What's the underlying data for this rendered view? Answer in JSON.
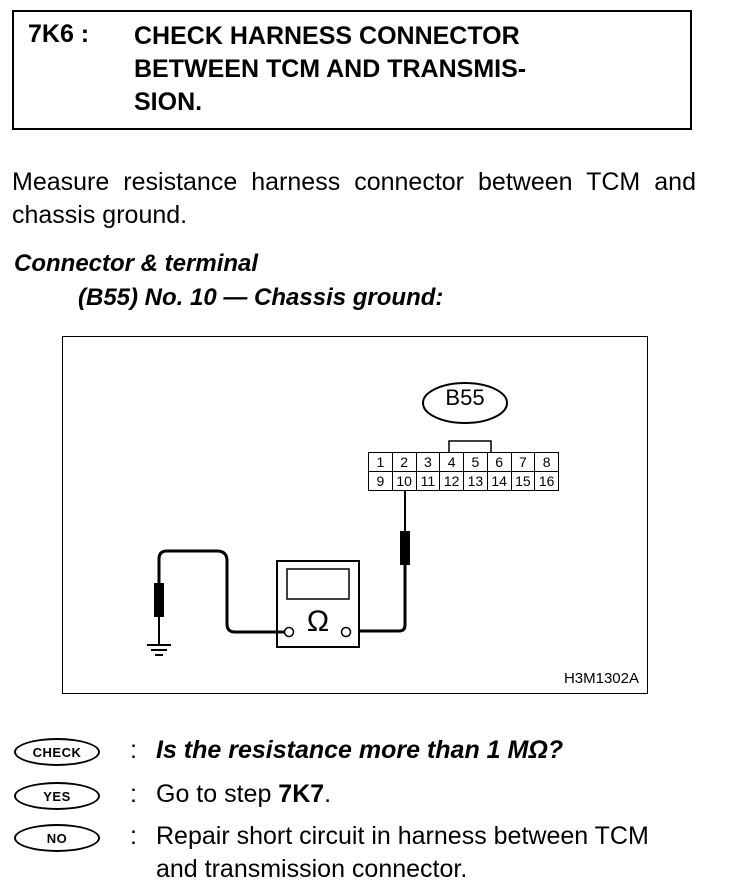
{
  "step": {
    "code": "7K6 :",
    "title": "CHECK HARNESS CONNECTOR\nBETWEEN TCM AND TRANSMIS-\nSION."
  },
  "instruction": "Measure resistance harness connector between TCM and chassis ground.",
  "spec": {
    "label": "Connector & terminal",
    "value": "(B55) No. 10 — Chassis ground:"
  },
  "diagram": {
    "connector_label": "B55",
    "pins_row1": [
      "1",
      "2",
      "3",
      "4",
      "5",
      "6",
      "7",
      "8"
    ],
    "pins_row2": [
      "9",
      "10",
      "11",
      "12",
      "13",
      "14",
      "15",
      "16"
    ],
    "meter_symbol": "Ω",
    "figure_id": "H3M1302A"
  },
  "check": {
    "badge": "CHECK",
    "colon": ":",
    "question": "Is the resistance more than 1 MΩ?"
  },
  "yes": {
    "badge": "YES",
    "colon": ":",
    "text_prefix": "Go to step ",
    "target_step": "7K7",
    "text_suffix": "."
  },
  "no": {
    "badge": "NO",
    "colon": ":",
    "text": "Repair short circuit in harness between TCM and transmission connector."
  }
}
